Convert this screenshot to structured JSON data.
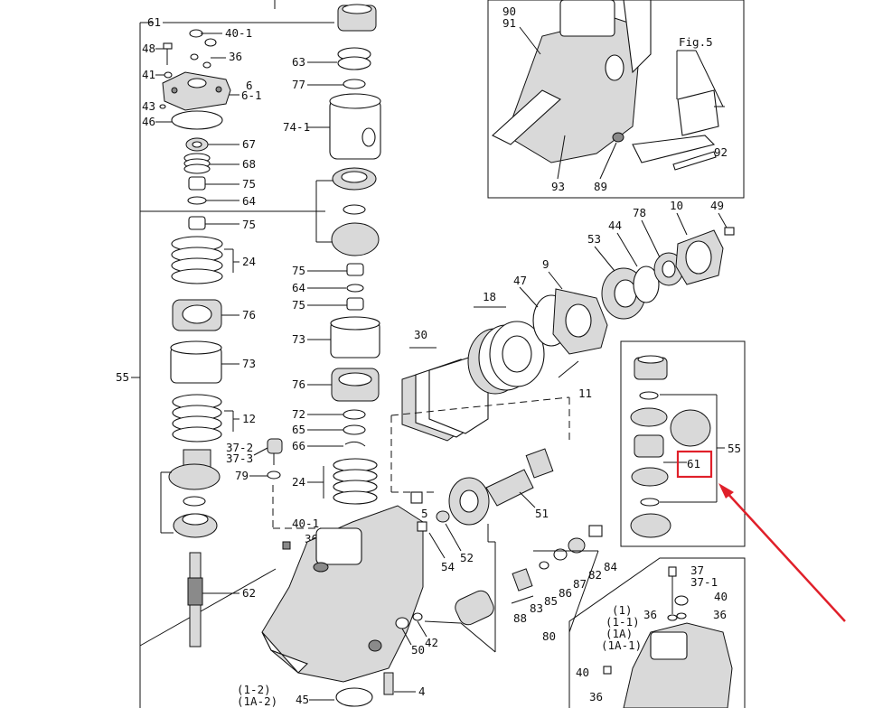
{
  "figure_label": "Fig.5",
  "highlight": {
    "label": "61",
    "box_color": "#e0202a",
    "arrow_color": "#e0202a"
  },
  "labels": {
    "p61a": "61",
    "p40_1a": "40-1",
    "p48": "48",
    "p36a": "36",
    "p41": "41",
    "p6": "6",
    "p6_1": "6-1",
    "p43": "43",
    "p46": "46",
    "p67": "67",
    "p68": "68",
    "p75a": "75",
    "p64a": "64",
    "p75b": "75",
    "p24a": "24",
    "p76a": "76",
    "p73a": "73",
    "p12": "12",
    "p55a": "55",
    "p62": "62",
    "p1_2": "(1-2)",
    "p1a_2": "(1A-2)",
    "p45": "45",
    "p63": "63",
    "p77": "77",
    "p74_1": "74-1",
    "p75c": "75",
    "p64b": "64",
    "p75d": "75",
    "p73b": "73",
    "p76b": "76",
    "p72": "72",
    "p65": "65",
    "p66": "66",
    "p37_2": "37-2",
    "p37_3": "37-3",
    "p79": "79",
    "p24b": "24",
    "p40_1b": "40-1",
    "p36b": "36",
    "p30": "30",
    "p18": "18",
    "p47": "47",
    "p9": "9",
    "p53": "53",
    "p44": "44",
    "p78": "78",
    "p10": "10",
    "p49": "49",
    "p11": "11",
    "p5": "5",
    "p54": "54",
    "p52": "52",
    "p51": "51",
    "p50": "50",
    "p42": "42",
    "p4": "4",
    "p85": "85",
    "p86": "86",
    "p87": "87",
    "p82": "82",
    "p84": "84",
    "p83": "83",
    "p88": "88",
    "p80": "80",
    "p90": "90",
    "p91": "91",
    "p92": "92",
    "p93": "93",
    "p89": "89",
    "p55b": "55",
    "p37": "37",
    "p37_1": "37-1",
    "p40a": "40",
    "p36c": "36",
    "p36d": "36",
    "p1": "(1)",
    "p1_1": "(1-1)",
    "p1a": "(1A)",
    "p1a_1": "(1A-1)",
    "p40b": "40",
    "p36e": "36"
  }
}
